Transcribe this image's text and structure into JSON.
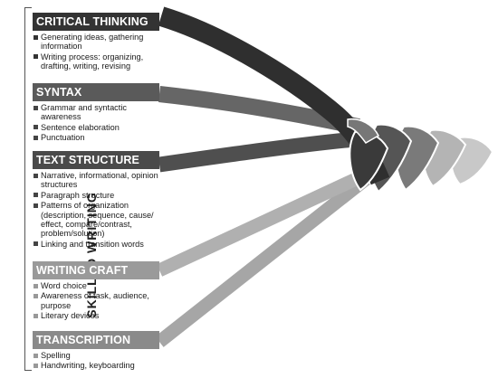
{
  "side_label": "SKILLED WRITING",
  "sections": [
    {
      "title": "CRITICAL THINKING",
      "color": "#333333",
      "items": [
        "Generating ideas, gathering information",
        "Writing process: organizing, drafting, writing, revising"
      ]
    },
    {
      "title": "SYNTAX",
      "color": "#5a5a5a",
      "items": [
        "Grammar and syntactic awareness",
        "Sentence elaboration",
        "Punctuation"
      ]
    },
    {
      "title": "TEXT STRUCTURE",
      "color": "#4a4a4a",
      "items": [
        "Narrative, informational, opinion structures",
        "Paragraph structure",
        "Patterns of organization (description, sequence, cause/ effect, compare/contrast, problem/solution)",
        "Linking and transition words"
      ]
    },
    {
      "title": "WRITING CRAFT",
      "color": "#9a9a9a",
      "items": [
        "Word choice",
        "Awareness of task, audience, purpose",
        "Literary devices"
      ]
    },
    {
      "title": "TRANSCRIPTION",
      "color": "#8a8a8a",
      "items": [
        "Spelling",
        "Handwriting, keyboarding"
      ]
    }
  ]
}
